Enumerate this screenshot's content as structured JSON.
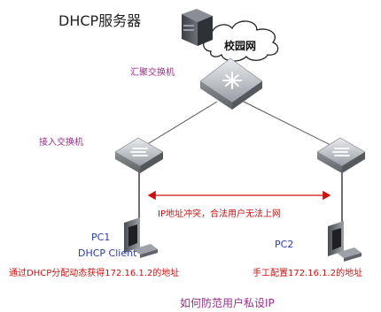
{
  "labels": {
    "dhcp_server": "DHCP服务器",
    "campus_net": "校园网",
    "aggregation_switch": "汇聚交换机",
    "access_switch": "接入交换机",
    "conflict": "IP地址冲突，合法用户无法上网",
    "pc1": "PC1",
    "dhcp_client": "DHCP Client",
    "pc2": "PC2",
    "pc1_desc": "通过DHCP分配动态获得172.16.1.2的地址",
    "pc2_desc": "手工配置172.16.1.2的地址",
    "caption": "如何防范用户私设IP"
  },
  "colors": {
    "label_purple": "#9b2e8a",
    "label_blue": "#2a3bb0",
    "alert_red": "#cc1111",
    "device_gray": "#8c9096",
    "line": "#555555"
  },
  "icons": [
    "server-icon",
    "cloud-icon",
    "aggregation-switch-icon",
    "access-switch-icon",
    "pc-icon"
  ]
}
